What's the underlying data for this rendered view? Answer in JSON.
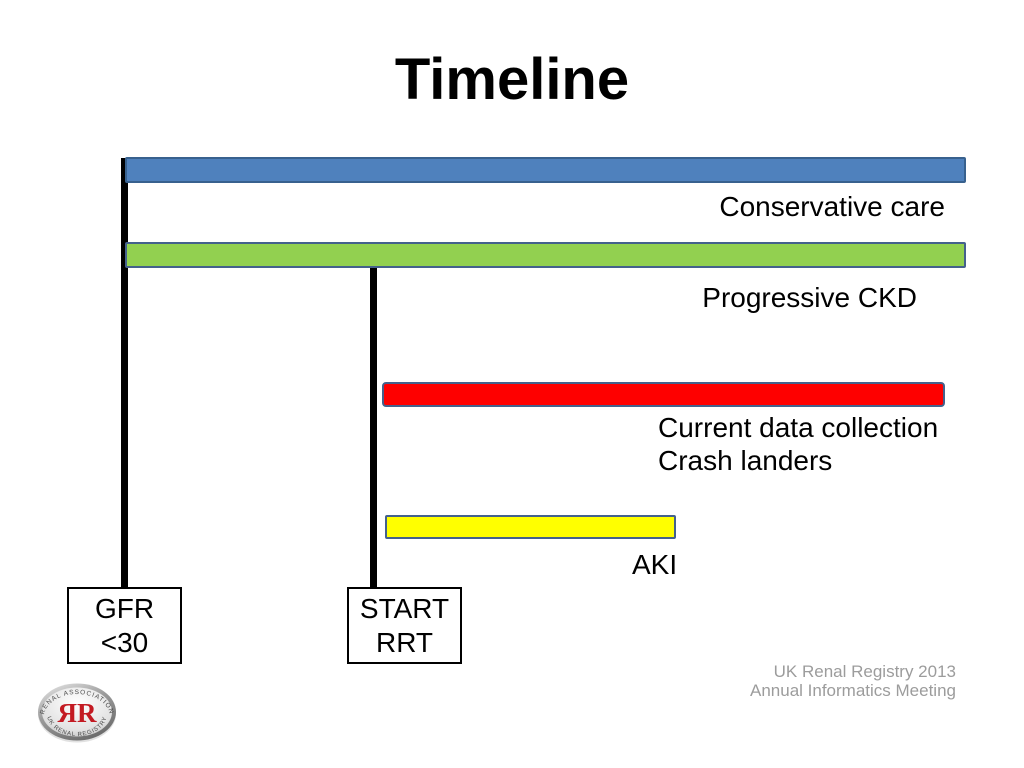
{
  "slide": {
    "title": "Timeline",
    "background": "#FFFFFF",
    "title_color": "#000000"
  },
  "timeline": {
    "bars": [
      {
        "name": "conservative-care",
        "label": "Conservative care",
        "fill": "#4F81BD",
        "border": "#38618E"
      },
      {
        "name": "progressive-ckd",
        "label": "Progressive CKD",
        "fill": "#92D050",
        "border": "#44618C"
      },
      {
        "name": "current-data-collection",
        "label_line1": "Current data collection",
        "label_line2": "Crash landers",
        "fill": "#FE0000",
        "border": "#44618C"
      },
      {
        "name": "aki",
        "label": "AKI",
        "fill": "#FFFF00",
        "border": "#44618C"
      }
    ],
    "connector_color": "#000000",
    "events": [
      {
        "name": "gfr-below-30",
        "line1": "GFR",
        "line2": "<30"
      },
      {
        "name": "start-rrt",
        "line1": "START",
        "line2": "RRT"
      }
    ]
  },
  "footer": {
    "line1": "UK Renal Registry 2013",
    "line2": "Annual Informatics Meeting",
    "color": "#9C9C9C"
  },
  "logo": {
    "top_arc": "RENAL ASSOCIATION",
    "monogram": "ЯR",
    "bottom_arc": "UK RENAL REGISTRY",
    "monogram_color": "#C31A22",
    "arc_text_color": "#4A4A4A"
  }
}
